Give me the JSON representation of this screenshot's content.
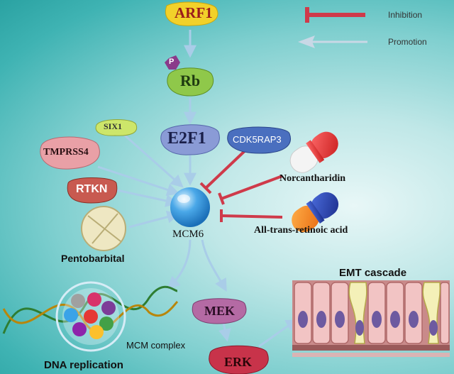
{
  "legend": {
    "inhibition": "Inhibition",
    "promotion": "Promotion"
  },
  "nodes": {
    "arf1": "ARF1",
    "phospho": "P",
    "rb": "Rb",
    "e2f1": "E2F1",
    "six1": "SIX1",
    "tmprss4": "TMPRSS4",
    "rtkn": "RTKN",
    "cdk5rap3": "CDK5RAP3",
    "mcm6": "MCM6",
    "mek": "MEK",
    "erk": "ERK"
  },
  "drugs": {
    "norcantharidin": "Norcantharidin",
    "atra": "All-trans-retinoic acid",
    "pentobarbital": "Pentobarbital"
  },
  "labels": {
    "emt": "EMT cascade",
    "mcm_complex": "MCM complex",
    "dna_replication": "DNA replication"
  },
  "colors": {
    "arf1": "#f2d12a",
    "rb": "#8fc84a",
    "phospho": "#8a3a8a",
    "e2f1": "#8a9bd6",
    "six1": "#cde66a",
    "tmprss4": "#e9a0a6",
    "rtkn": "#c85a50",
    "cdk5rap3": "#4a6fbf",
    "mcm6": "#4aa8e8",
    "mek": "#b46aa4",
    "erk": "#c8334a",
    "inhibition": "#cf3a4a",
    "promotion": "#a9cde8"
  }
}
